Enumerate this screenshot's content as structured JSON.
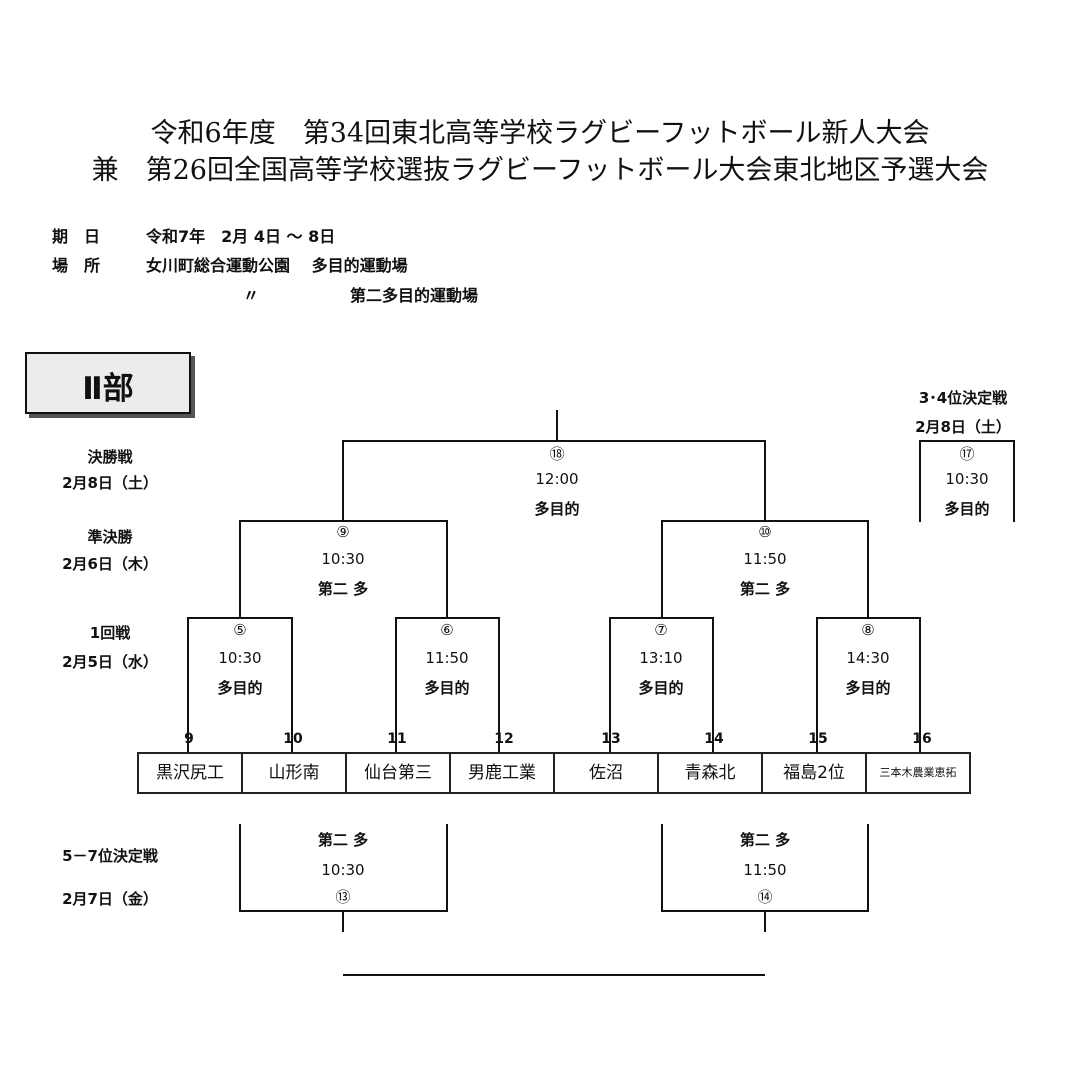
{
  "header": {
    "title_line1": "令和6年度　第34回東北高等学校ラグビーフットボール新人大会",
    "title_line2": "兼　第26回全国高等学校選抜ラグビーフットボール大会東北地区予選大会"
  },
  "info": {
    "date_label": "期　日",
    "date_value": "令和7年　2月 4日 ～ 8日",
    "venue_label": "場　所",
    "venue_value": "女川町総合運動公園　 多目的運動場",
    "venue_ditto": "〃",
    "venue_value2": "第二多目的運動場"
  },
  "division": "Ⅱ部",
  "rounds": {
    "final": {
      "name": "決勝戦",
      "date": "2月8日（土）"
    },
    "semi": {
      "name": "準決勝",
      "date": "2月6日（木）"
    },
    "first": {
      "name": "1回戦",
      "date": "2月5日（水）"
    },
    "placing57": {
      "name": "5－7位決定戦",
      "date": "2月7日（金）"
    },
    "placing34": {
      "name": "3･4位決定戦",
      "date": "2月8日（土）"
    }
  },
  "games": {
    "g5": {
      "no": "⑤",
      "time": "10:30",
      "venue": "多目的"
    },
    "g6": {
      "no": "⑥",
      "time": "11:50",
      "venue": "多目的"
    },
    "g7": {
      "no": "⑦",
      "time": "13:10",
      "venue": "多目的"
    },
    "g8": {
      "no": "⑧",
      "time": "14:30",
      "venue": "多目的"
    },
    "g9": {
      "no": "⑨",
      "time": "10:30",
      "venue": "第二 多"
    },
    "g10": {
      "no": "⑩",
      "time": "11:50",
      "venue": "第二 多"
    },
    "g13": {
      "no": "⑬",
      "time": "10:30",
      "venue": "第二 多"
    },
    "g14": {
      "no": "⑭",
      "time": "11:50",
      "venue": "第二 多"
    },
    "g17": {
      "no": "⑰",
      "time": "10:30",
      "venue": "多目的"
    },
    "g18": {
      "no": "⑱",
      "time": "12:00",
      "venue": "多目的"
    }
  },
  "seeds": [
    "9",
    "10",
    "11",
    "12",
    "13",
    "14",
    "15",
    "16"
  ],
  "teams": [
    "黒沢尻工",
    "山形南",
    "仙台第三",
    "男鹿工業",
    "佐沼",
    "青森北",
    "福島2位",
    "三本木農業恵拓"
  ]
}
